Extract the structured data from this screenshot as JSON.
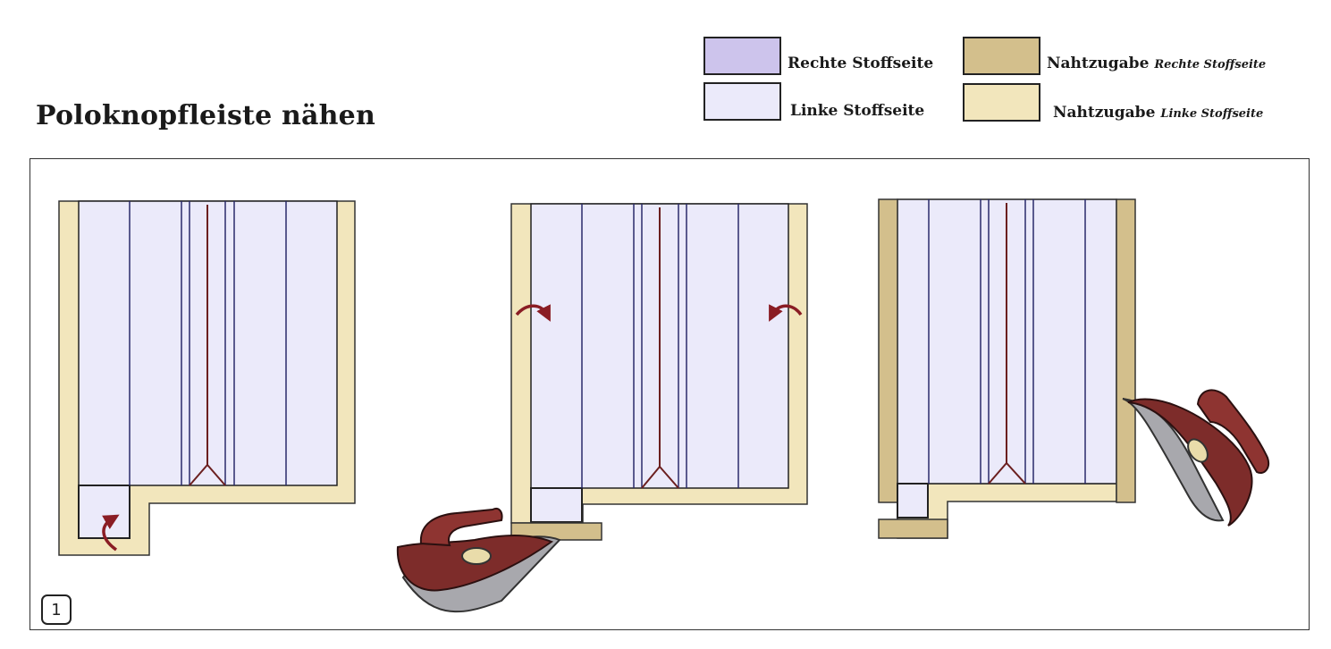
{
  "title": "Poloknopfleiste nähen",
  "legend": {
    "items": [
      {
        "label": "Rechte Stoffseite",
        "sub": "",
        "color": "#cdc4ec"
      },
      {
        "label": "Linke Stoffseite",
        "sub": "",
        "color": "#ebeafa"
      },
      {
        "label": "Nahtzugabe",
        "sub": "Rechte Stoffseite",
        "color": "#d3bf8c"
      },
      {
        "label": "Nahtzugabe",
        "sub": "Linke Stoffseite",
        "color": "#f2e6bc"
      }
    ]
  },
  "step": "1",
  "colors": {
    "fabric_left": "#ebeafa",
    "seam_right": "#d3bf8c",
    "seam_left": "#f2e6bc",
    "placket_line": "#6b1f1f",
    "arrow": "#8a1d24",
    "iron_body": "#7d2c2a",
    "iron_sole": "#a8a8ad"
  }
}
